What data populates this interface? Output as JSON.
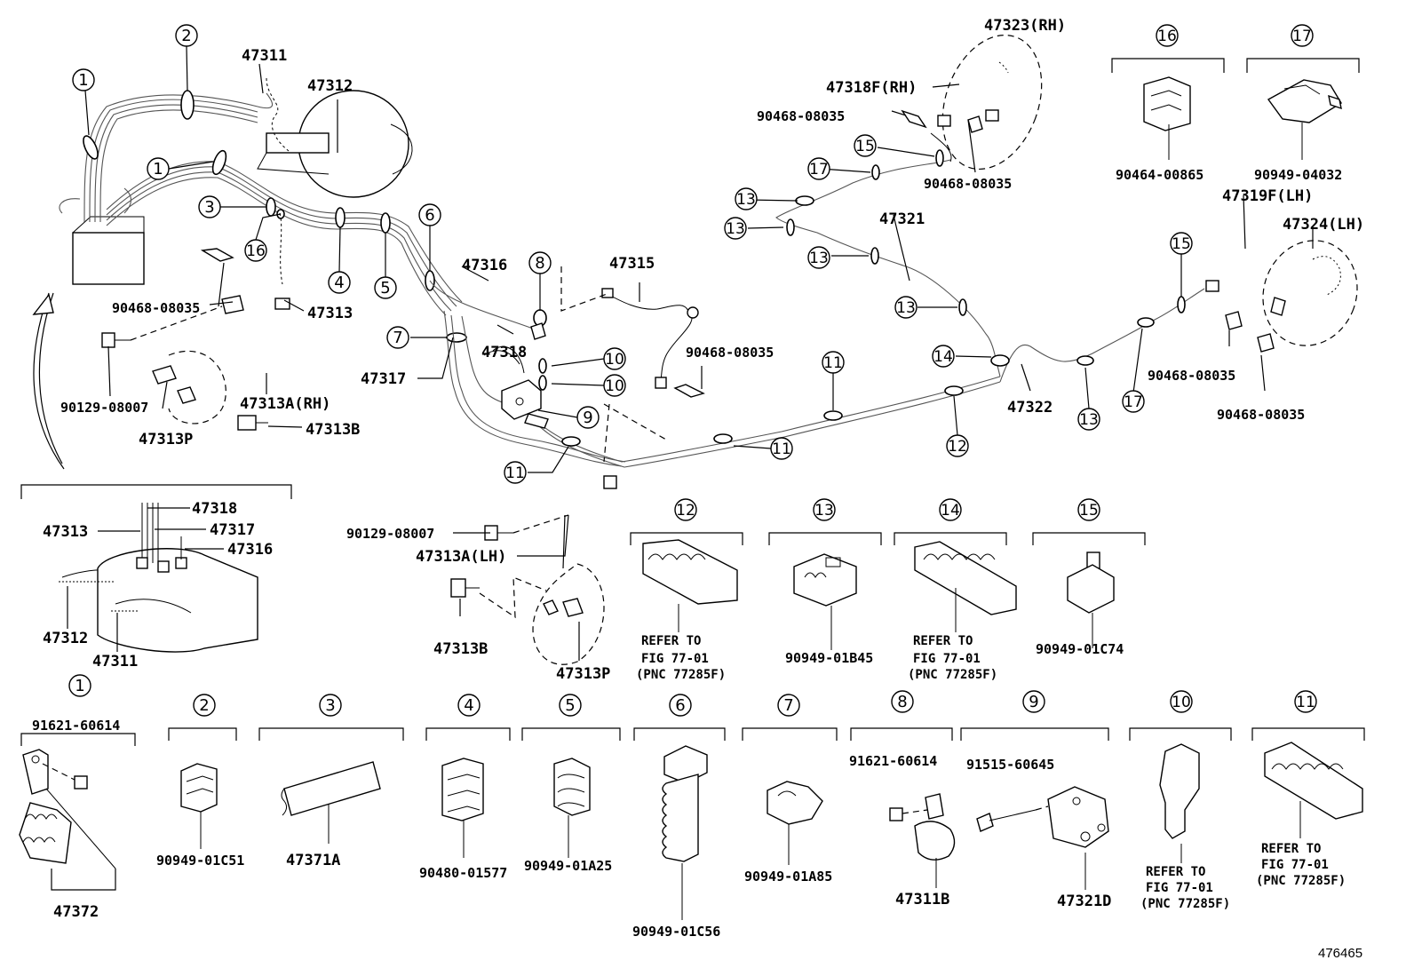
{
  "diagram_id": "476465",
  "part_numbers": {
    "p47311": "47311",
    "p47312": "47312",
    "p47313": "47313",
    "p47313a_rh": "47313A(RH)",
    "p47313a_lh": "47313A(LH)",
    "p47313b": "47313B",
    "p47313p": "47313P",
    "p47315": "47315",
    "p47316": "47316",
    "p47317": "47317",
    "p47318": "47318",
    "p47318f_rh": "47318F(RH)",
    "p47319f_lh": "47319F(LH)",
    "p47321": "47321",
    "p47322": "47322",
    "p47323_rh": "47323(RH)",
    "p47324_lh": "47324(LH)",
    "p47371a": "47371A",
    "p47372": "47372",
    "p47311b": "47311B",
    "p47321d": "47321D",
    "p90468_08035": "90468-08035",
    "p90129_08007": "90129-08007",
    "p90464_00865": "90464-00865",
    "p90949_04032": "90949-04032",
    "p90949_01b45": "90949-01B45",
    "p90949_01c74": "90949-01C74",
    "p91621_60614": "91621-60614",
    "p90949_01c51": "90949-01C51",
    "p90480_01577": "90480-01577",
    "p90949_01a25": "90949-01A25",
    "p90949_01c56": "90949-01C56",
    "p90949_01a85": "90949-01A85",
    "p91515_60645": "91515-60645"
  },
  "refer": {
    "line1": "REFER TO",
    "line2": "FIG 77-01",
    "line3": "(PNC 77285F)"
  },
  "callouts": {
    "c1": "1",
    "c2": "2",
    "c3": "3",
    "c4": "4",
    "c5": "5",
    "c6": "6",
    "c7": "7",
    "c8": "8",
    "c9": "9",
    "c10": "10",
    "c11": "11",
    "c12": "12",
    "c13": "13",
    "c14": "14",
    "c15": "15",
    "c16": "16",
    "c17": "17"
  }
}
